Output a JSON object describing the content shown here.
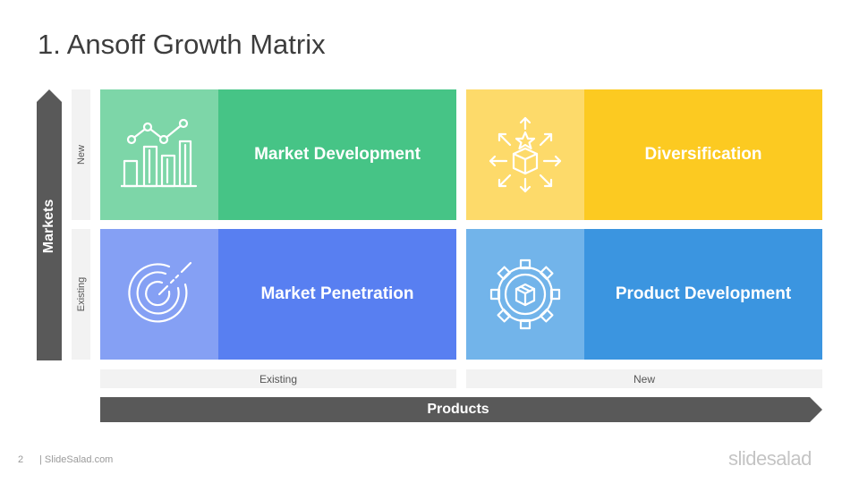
{
  "title": "1. Ansoff Growth Matrix",
  "y_axis": {
    "label": "Markets",
    "rows": [
      "New",
      "Existing"
    ]
  },
  "x_axis": {
    "label": "Products",
    "columns": [
      "Existing",
      "New"
    ]
  },
  "quadrants": [
    {
      "label": "Market Development",
      "icon": "growth-chart-icon",
      "light_color": "#7dd6a8",
      "dark_color": "#46c486"
    },
    {
      "label": "Diversification",
      "icon": "box-arrows-icon",
      "light_color": "#fdda6a",
      "dark_color": "#fcca21"
    },
    {
      "label": "Market Penetration",
      "icon": "target-icon",
      "light_color": "#85a0f4",
      "dark_color": "#587ff1"
    },
    {
      "label": "Product Development",
      "icon": "gear-box-icon",
      "light_color": "#72b4ea",
      "dark_color": "#3b95e0"
    }
  ],
  "footer": {
    "page": "2",
    "site": "| SlideSalad.com",
    "brand": "slidesalad"
  }
}
